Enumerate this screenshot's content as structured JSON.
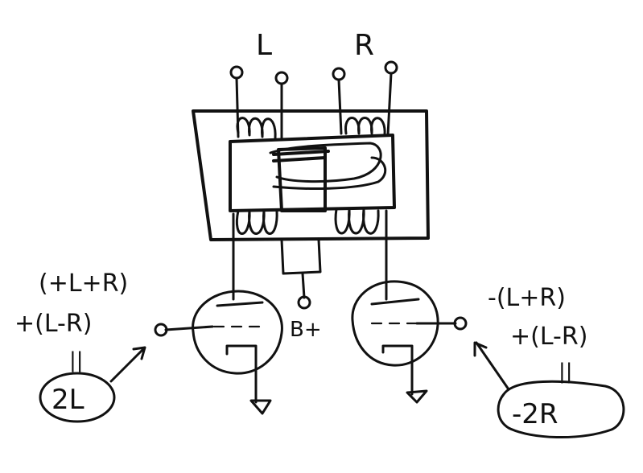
{
  "labels": {
    "left_channel": "L",
    "right_channel": "R",
    "supply": "B+",
    "left_sum_1": "(+L+R)",
    "left_sum_2": "+(L-R)",
    "left_equals": "||",
    "left_result": "2L",
    "right_sum_1": "-(L+R)",
    "right_sum_2": "+(L-R)",
    "right_equals": "||",
    "right_result": "-2R"
  }
}
